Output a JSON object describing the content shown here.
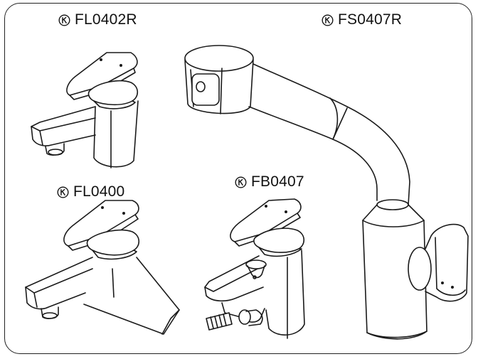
{
  "products": [
    {
      "model": "FL0402R",
      "icon": "k-certification-mark-icon"
    },
    {
      "model": "FS0407R",
      "icon": "k-certification-mark-icon"
    },
    {
      "model": "FL0400",
      "icon": "k-certification-mark-icon"
    },
    {
      "model": "FB0407",
      "icon": "k-certification-mark-icon"
    }
  ],
  "colors": {
    "line": "#1a1a1a",
    "background": "#ffffff"
  }
}
